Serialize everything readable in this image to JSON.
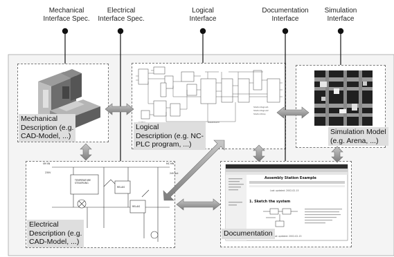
{
  "interfaces": [
    {
      "label": "Mechanical\nInterface Spec."
    },
    {
      "label": "Electrical\nInterface Spec."
    },
    {
      "label": "Logical\nInterface"
    },
    {
      "label": "Documentation\nInterface"
    },
    {
      "label": "Simulation\nInterface"
    }
  ],
  "descriptions": {
    "mechanical": "Mechanical\nDescription (e.g.\nCAD-Model, ...)",
    "logical": "Logical\nDescription (e.g. NC-\nPLC program, ...)",
    "simulation": "Simulation Model\n(e.g. Arena, ...)",
    "electrical": "Electrical\nDescription (e.g.\nCAD-Model, ...)",
    "documentation": "Documentation"
  },
  "doc_screen": {
    "title": "Assembly Station Example",
    "section": "1. Sketch the system",
    "updated": "Last updated: 2002-02-15"
  },
  "circuit": {
    "block1": "TEMPERATURE\nSTEUERUNG",
    "block2": "RELAIS",
    "block3": "RELAIS"
  },
  "colors": {
    "frame": "#f4f4f4",
    "panel_border": "#777777",
    "label_bg": "#dedede",
    "arrow": "#9a9a9a"
  }
}
